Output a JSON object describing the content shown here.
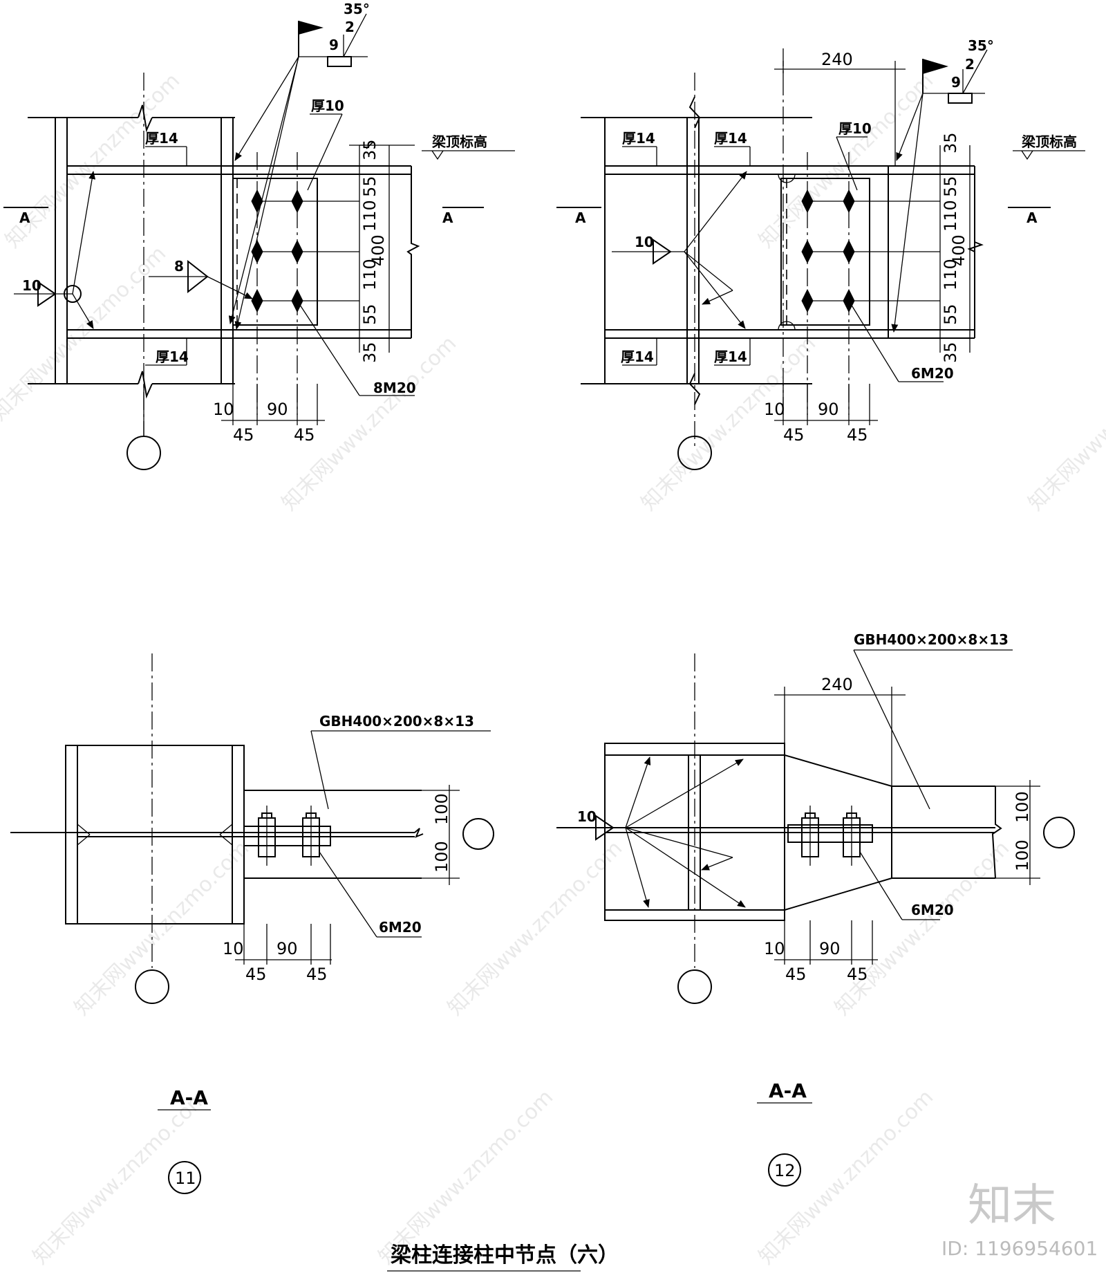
{
  "caption": "梁柱连接柱中节点（六）",
  "brand": {
    "name": "知末",
    "id_label": "ID: 1196954601",
    "watermark": "知末网www.znzmo.com"
  },
  "details": {
    "left": {
      "number": "11",
      "section": "A-A",
      "thk_top_left": "厚14",
      "thk_bot_left": "厚14",
      "thk_plate": "厚10",
      "beam_top": "梁顶标高",
      "section_mark": "A",
      "weld_col": "10",
      "weld_plate": "8",
      "weld_flag": "9",
      "weld_flag_num": "2",
      "weld_angle": "35°",
      "bolts_elev": "8M20",
      "bolts_plan": "6M20",
      "beam": "GBH400×200×8×13",
      "dims_v": [
        "35",
        "55",
        "110",
        "110",
        "55",
        "35"
      ],
      "dim_total": "400",
      "dims_h": [
        "10",
        "90",
        "45",
        "45"
      ],
      "dims_plan_v": [
        "100",
        "100"
      ]
    },
    "right": {
      "number": "12",
      "section": "A-A",
      "thk_a": "厚14",
      "thk_b": "厚14",
      "thk_c": "厚14",
      "thk_d": "厚14",
      "thk_plate": "厚10",
      "beam_top": "梁顶标高",
      "section_mark": "A",
      "weld_col": "10",
      "weld_flag": "9",
      "weld_flag_num": "2",
      "weld_angle": "35°",
      "bolts_elev": "6M20",
      "bolts_plan": "6M20",
      "beam": "GBH400×200×8×13",
      "dim_haunch": "240",
      "dims_v": [
        "35",
        "55",
        "110",
        "110",
        "55",
        "35"
      ],
      "dim_total": "400",
      "dims_h": [
        "10",
        "90",
        "45",
        "45"
      ],
      "dims_plan_v": [
        "100",
        "100"
      ]
    }
  }
}
